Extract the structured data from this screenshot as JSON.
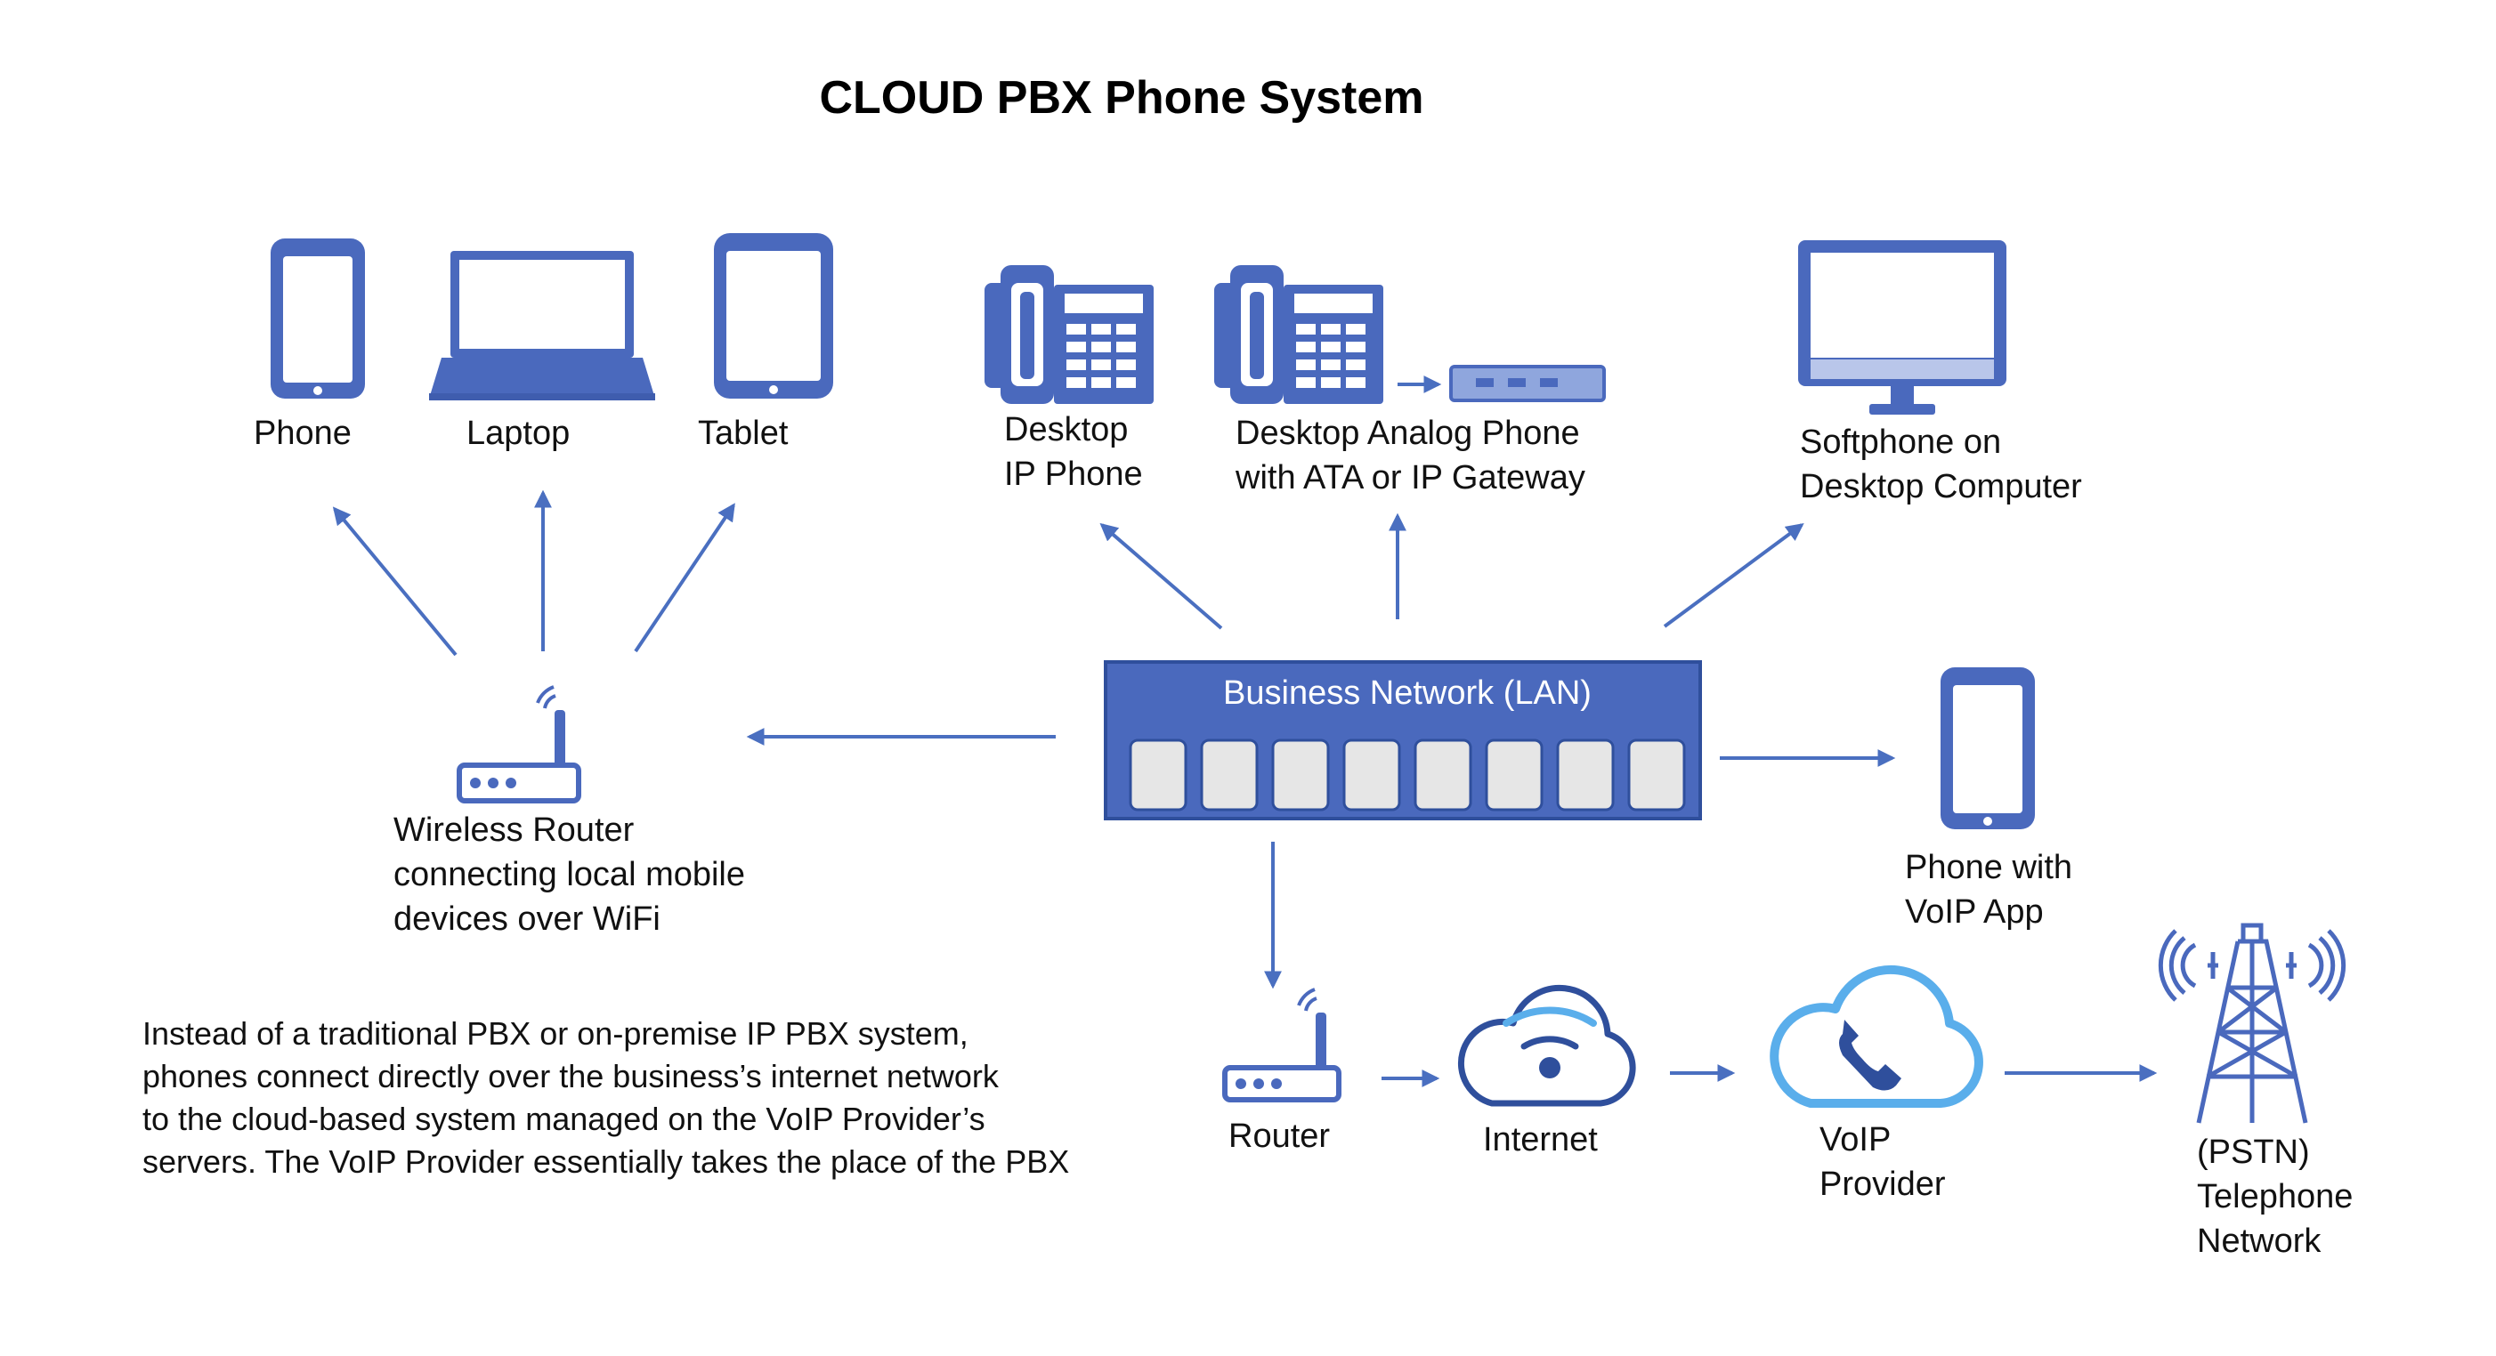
{
  "title": "CLOUD PBX Phone System",
  "colors": {
    "device_blue": "#4A69BD",
    "device_fill": "#5B78C6",
    "screen_white": "#FFFFFF",
    "arrow_blue": "#4A6FC0",
    "cloud_light": "#5AAEEB",
    "port_gray": "#E6E6E6"
  },
  "devices": {
    "phone": "Phone",
    "laptop": "Laptop",
    "tablet": "Tablet",
    "desktop_ip_phone": [
      "Desktop",
      "IP Phone"
    ],
    "analog_phone": [
      "Desktop Analog Phone",
      "with ATA or IP Gateway"
    ],
    "softphone": [
      "Softphone on",
      "Desktop Computer"
    ],
    "phone_voip": [
      "Phone with",
      "VoIP App"
    ]
  },
  "lan": {
    "label": "Business Network (LAN)",
    "port_count": 8
  },
  "wireless_router": [
    "Wireless Router",
    "connecting local mobile",
    "devices over WiFi"
  ],
  "chain": {
    "router": "Router",
    "internet": "Internet",
    "voip_provider": [
      "VoIP",
      "Provider"
    ],
    "pstn": [
      "(PSTN)",
      "Telephone",
      "Network"
    ]
  },
  "description": [
    "Instead of a traditional PBX or on-premise IP PBX system,",
    "phones connect directly over the business’s internet network",
    "to the cloud-based system managed on the VoIP Provider’s",
    "servers. The VoIP Provider essentially takes the place of the PBX"
  ]
}
